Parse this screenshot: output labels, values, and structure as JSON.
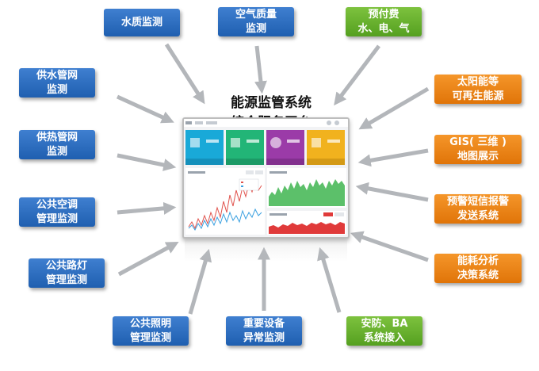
{
  "center_title": "能源监管系统\n综合服务平台",
  "colors": {
    "blue": "#2a6fc4",
    "green": "#6db230",
    "orange": "#ee8418",
    "arrow": "#b3b6ba"
  },
  "modules": {
    "water_quality": "水质监测",
    "air_quality": "空气质量\n监测",
    "prepaid": "预付费\n水、电、气",
    "water_network": "供水管网\n监测",
    "heat_network": "供热管网\n监测",
    "public_ac": "公共空调\n管理监测",
    "street_light": "公共路灯\n管理监测",
    "public_lighting": "公共照明\n管理监测",
    "equipment_alarm": "重要设备\n异常监测",
    "security_ba": "安防、BA\n系统接入",
    "solar": "太阳能等\n可再生能源",
    "gis": "GIS( 三维 )\n地图展示",
    "sms_alarm": "预警短信报警\n发送系统",
    "energy_analysis": "能耗分析\n决策系统"
  }
}
